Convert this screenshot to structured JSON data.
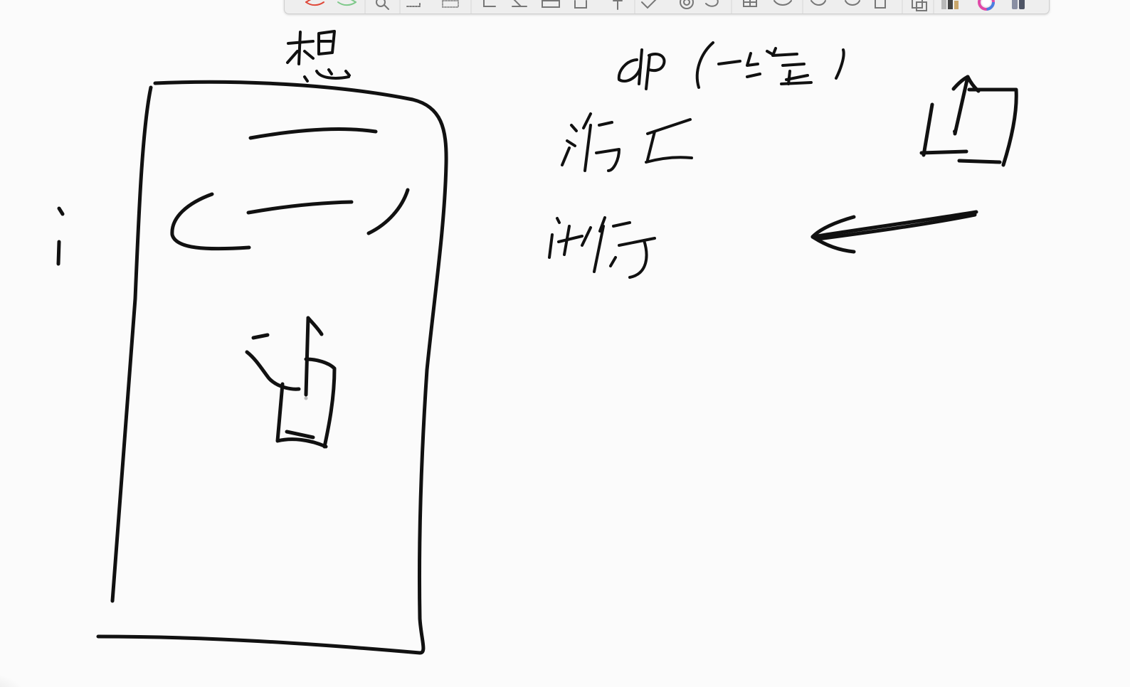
{
  "app": {
    "type": "drawing-canvas"
  },
  "toolbar": {
    "items": [
      {
        "id": "undo",
        "icon": "undo-icon",
        "color": "#e0493a"
      },
      {
        "id": "redo",
        "icon": "redo-icon",
        "color": "#7fc98b"
      },
      {
        "id": "zoom",
        "icon": "magnifier-icon"
      },
      {
        "id": "lasso-select",
        "icon": "lasso-select-icon"
      },
      {
        "id": "rect-select",
        "icon": "rect-select-icon"
      },
      {
        "id": "crop",
        "icon": "crop-icon"
      },
      {
        "id": "transform",
        "icon": "transform-icon"
      },
      {
        "id": "shape-rect",
        "icon": "rectangle-shape-icon"
      },
      {
        "id": "fill",
        "icon": "fill-bucket-icon"
      },
      {
        "id": "text",
        "icon": "text-tool-icon"
      },
      {
        "id": "check",
        "icon": "checkmark-icon"
      },
      {
        "id": "spiral",
        "icon": "spiral-icon"
      },
      {
        "id": "curl",
        "icon": "curl-icon"
      },
      {
        "id": "grid",
        "icon": "grid-icon"
      },
      {
        "id": "perspective",
        "icon": "perspective-icon"
      },
      {
        "id": "rotate-ccw",
        "icon": "rotate-ccw-icon"
      },
      {
        "id": "rotate-cw",
        "icon": "rotate-cw-icon"
      },
      {
        "id": "export",
        "icon": "export-icon"
      },
      {
        "id": "layers",
        "icon": "layers-icon"
      },
      {
        "id": "brushes",
        "icon": "brush-library-icon"
      },
      {
        "id": "color-wheel",
        "icon": "color-wheel-icon"
      },
      {
        "id": "palette",
        "icon": "palette-icon"
      }
    ]
  },
  "canvas": {
    "stroke_color": "#111111",
    "handwritten_notes": [
      "想",
      "dp(一维)",
      "滚动",
      "计行",
      "i"
    ]
  }
}
